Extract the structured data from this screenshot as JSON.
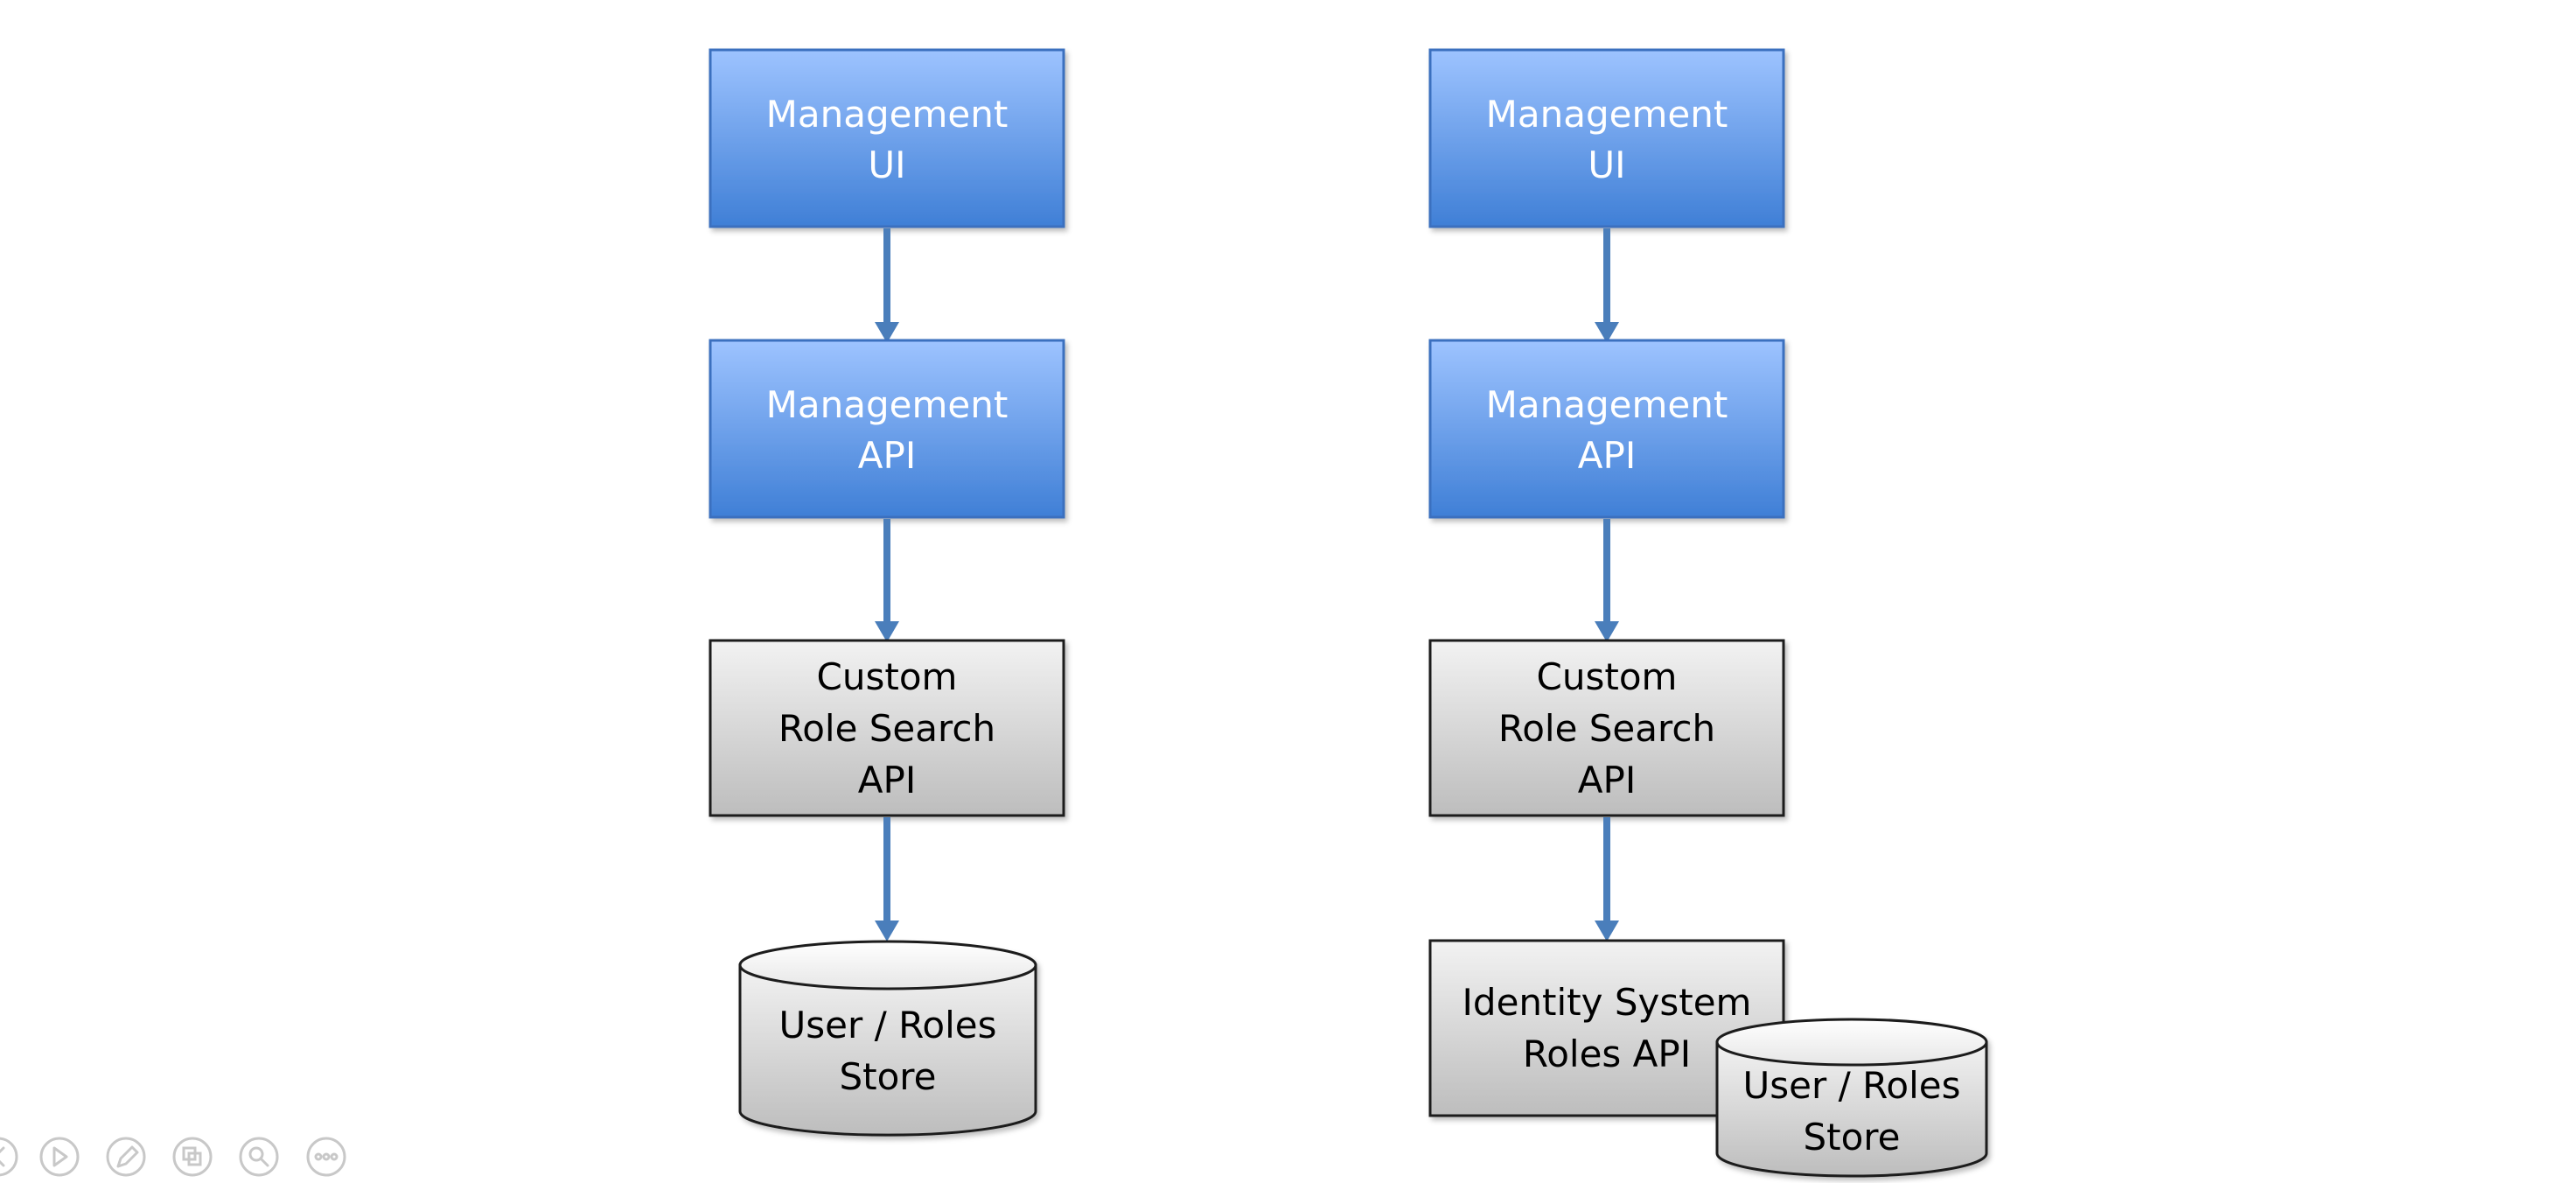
{
  "diagram": {
    "left_column": {
      "nodes": [
        {
          "lines": [
            "Management",
            "UI"
          ]
        },
        {
          "lines": [
            "Management",
            "API"
          ]
        },
        {
          "lines": [
            "Custom",
            "Role Search",
            "API"
          ]
        },
        {
          "lines": [
            "User / Roles",
            "Store"
          ]
        }
      ]
    },
    "right_column": {
      "nodes": [
        {
          "lines": [
            "Management",
            "UI"
          ]
        },
        {
          "lines": [
            "Management",
            "API"
          ]
        },
        {
          "lines": [
            "Custom",
            "Role Search",
            "API"
          ]
        },
        {
          "lines": [
            "Identity System",
            "Roles API"
          ]
        },
        {
          "lines": [
            "User / Roles",
            "Store"
          ]
        }
      ]
    }
  },
  "slideshow_toolbar": {
    "icons": [
      {
        "name": "previous-slide-icon"
      },
      {
        "name": "play-icon"
      },
      {
        "name": "pen-icon"
      },
      {
        "name": "slides-grid-icon"
      },
      {
        "name": "zoom-icon"
      },
      {
        "name": "more-options-icon"
      }
    ]
  },
  "colors": {
    "blue_top": "#9dc3ff",
    "blue_bottom": "#3f7fd6",
    "blue_border": "#3a6fbf",
    "gray_top": "#f2f2f2",
    "gray_bottom": "#bdbdbd",
    "arrow": "#4a7ebb",
    "toolbar_icon": "#c8c8c8"
  }
}
